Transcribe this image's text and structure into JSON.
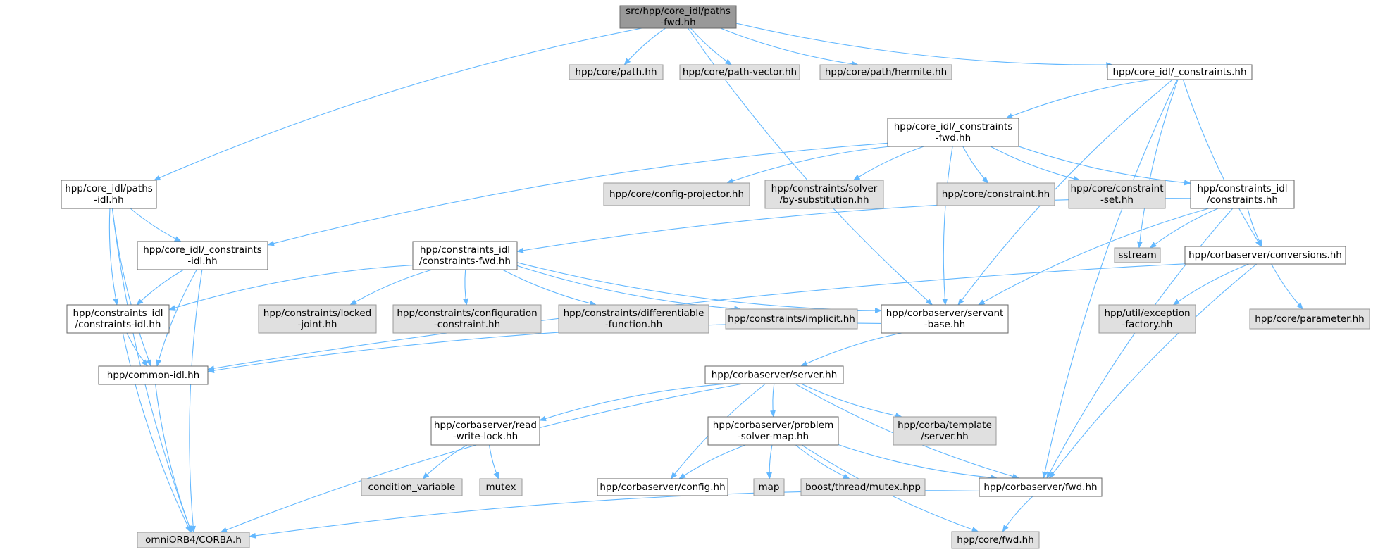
{
  "colors": {
    "edge": "#63b8ff",
    "root_fill": "#999999",
    "external_fill": "#e0e0e0",
    "external_stroke": "#999999",
    "node_fill": "#ffffff",
    "node_stroke": "#666666",
    "text": "#000000"
  },
  "nodes": [
    {
      "id": "root",
      "kind": "root",
      "lines": [
        "src/hpp/core_idl/paths",
        "-fwd.hh"
      ]
    },
    {
      "id": "core_path",
      "kind": "external",
      "lines": [
        "hpp/core/path.hh"
      ]
    },
    {
      "id": "core_path_vector",
      "kind": "external",
      "lines": [
        "hpp/core/path-vector.hh"
      ]
    },
    {
      "id": "core_path_hermite",
      "kind": "external",
      "lines": [
        "hpp/core/path/hermite.hh"
      ]
    },
    {
      "id": "core_idl_constraints",
      "kind": "internal",
      "lines": [
        "hpp/core_idl/_constraints.hh"
      ]
    },
    {
      "id": "core_idl_constraints_fwd",
      "kind": "internal",
      "lines": [
        "hpp/core_idl/_constraints",
        "-fwd.hh"
      ]
    },
    {
      "id": "core_idl_paths_idl",
      "kind": "internal",
      "lines": [
        "hpp/core_idl/paths",
        "-idl.hh"
      ]
    },
    {
      "id": "config_projector",
      "kind": "external",
      "lines": [
        "hpp/core/config-projector.hh"
      ]
    },
    {
      "id": "solver_bysub",
      "kind": "external",
      "lines": [
        "hpp/constraints/solver",
        "/by-substitution.hh"
      ]
    },
    {
      "id": "core_constraint",
      "kind": "external",
      "lines": [
        "hpp/core/constraint.hh"
      ]
    },
    {
      "id": "core_constraint_set",
      "kind": "external",
      "lines": [
        "hpp/core/constraint",
        "-set.hh"
      ]
    },
    {
      "id": "constraints_idl_constraints",
      "kind": "internal",
      "lines": [
        "hpp/constraints_idl",
        "/constraints.hh"
      ]
    },
    {
      "id": "core_idl_constraints_idl",
      "kind": "internal",
      "lines": [
        "hpp/core_idl/_constraints",
        "-idl.hh"
      ]
    },
    {
      "id": "constraints_idl_fwd",
      "kind": "internal",
      "lines": [
        "hpp/constraints_idl",
        "/constraints-fwd.hh"
      ]
    },
    {
      "id": "sstream",
      "kind": "external",
      "lines": [
        "sstream"
      ]
    },
    {
      "id": "conversions",
      "kind": "internal",
      "lines": [
        "hpp/corbaserver/conversions.hh"
      ]
    },
    {
      "id": "constraints_idl_idl",
      "kind": "internal",
      "lines": [
        "hpp/constraints_idl",
        "/constraints-idl.hh"
      ]
    },
    {
      "id": "locked_joint",
      "kind": "external",
      "lines": [
        "hpp/constraints/locked",
        "-joint.hh"
      ]
    },
    {
      "id": "config_constraint",
      "kind": "external",
      "lines": [
        "hpp/constraints/configuration",
        "-constraint.hh"
      ]
    },
    {
      "id": "diff_function",
      "kind": "external",
      "lines": [
        "hpp/constraints/differentiable",
        "-function.hh"
      ]
    },
    {
      "id": "implicit",
      "kind": "external",
      "lines": [
        "hpp/constraints/implicit.hh"
      ]
    },
    {
      "id": "servant_base",
      "kind": "internal",
      "lines": [
        "hpp/corbaserver/servant",
        "-base.hh"
      ]
    },
    {
      "id": "exception_factory",
      "kind": "external",
      "lines": [
        "hpp/util/exception",
        "-factory.hh"
      ]
    },
    {
      "id": "core_parameter",
      "kind": "external",
      "lines": [
        "hpp/core/parameter.hh"
      ]
    },
    {
      "id": "common_idl",
      "kind": "internal",
      "lines": [
        "hpp/common-idl.hh"
      ]
    },
    {
      "id": "server",
      "kind": "internal",
      "lines": [
        "hpp/corbaserver/server.hh"
      ]
    },
    {
      "id": "read_write_lock",
      "kind": "internal",
      "lines": [
        "hpp/corbaserver/read",
        "-write-lock.hh"
      ]
    },
    {
      "id": "problem_solver_map",
      "kind": "internal",
      "lines": [
        "hpp/corbaserver/problem",
        "-solver-map.hh"
      ]
    },
    {
      "id": "corba_template_server",
      "kind": "external",
      "lines": [
        "hpp/corba/template",
        "/server.hh"
      ]
    },
    {
      "id": "condition_variable",
      "kind": "external",
      "lines": [
        "condition_variable"
      ]
    },
    {
      "id": "mutex",
      "kind": "external",
      "lines": [
        "mutex"
      ]
    },
    {
      "id": "corbaserver_config",
      "kind": "internal",
      "lines": [
        "hpp/corbaserver/config.hh"
      ]
    },
    {
      "id": "map",
      "kind": "external",
      "lines": [
        "map"
      ]
    },
    {
      "id": "boost_mutex",
      "kind": "external",
      "lines": [
        "boost/thread/mutex.hpp"
      ]
    },
    {
      "id": "corbaserver_fwd",
      "kind": "internal",
      "lines": [
        "hpp/corbaserver/fwd.hh"
      ]
    },
    {
      "id": "omniorb",
      "kind": "external",
      "lines": [
        "omniORB4/CORBA.h"
      ]
    },
    {
      "id": "core_fwd",
      "kind": "external",
      "lines": [
        "hpp/core/fwd.hh"
      ]
    }
  ],
  "edges": [
    [
      "root",
      "core_idl_paths_idl"
    ],
    [
      "root",
      "core_path"
    ],
    [
      "root",
      "core_path_vector"
    ],
    [
      "root",
      "core_path_hermite"
    ],
    [
      "root",
      "core_idl_constraints"
    ],
    [
      "root",
      "servant_base"
    ],
    [
      "core_idl_constraints",
      "core_idl_constraints_fwd"
    ],
    [
      "core_idl_constraints",
      "servant_base"
    ],
    [
      "core_idl_constraints",
      "sstream"
    ],
    [
      "core_idl_constraints",
      "conversions"
    ],
    [
      "core_idl_constraints",
      "corbaserver_fwd"
    ],
    [
      "core_idl_constraints_fwd",
      "core_idl_constraints_idl"
    ],
    [
      "core_idl_constraints_fwd",
      "config_projector"
    ],
    [
      "core_idl_constraints_fwd",
      "solver_bysub"
    ],
    [
      "core_idl_constraints_fwd",
      "core_constraint"
    ],
    [
      "core_idl_constraints_fwd",
      "core_constraint_set"
    ],
    [
      "core_idl_constraints_fwd",
      "constraints_idl_constraints"
    ],
    [
      "core_idl_constraints_fwd",
      "servant_base"
    ],
    [
      "core_idl_paths_idl",
      "core_idl_constraints_idl"
    ],
    [
      "core_idl_paths_idl",
      "constraints_idl_idl"
    ],
    [
      "core_idl_paths_idl",
      "common_idl"
    ],
    [
      "core_idl_paths_idl",
      "omniorb"
    ],
    [
      "constraints_idl_constraints",
      "constraints_idl_fwd"
    ],
    [
      "constraints_idl_constraints",
      "sstream"
    ],
    [
      "constraints_idl_constraints",
      "conversions"
    ],
    [
      "constraints_idl_constraints",
      "servant_base"
    ],
    [
      "constraints_idl_constraints",
      "corbaserver_fwd"
    ],
    [
      "core_idl_constraints_idl",
      "constraints_idl_idl"
    ],
    [
      "core_idl_constraints_idl",
      "common_idl"
    ],
    [
      "core_idl_constraints_idl",
      "omniorb"
    ],
    [
      "constraints_idl_fwd",
      "constraints_idl_idl"
    ],
    [
      "constraints_idl_fwd",
      "locked_joint"
    ],
    [
      "constraints_idl_fwd",
      "config_constraint"
    ],
    [
      "constraints_idl_fwd",
      "diff_function"
    ],
    [
      "constraints_idl_fwd",
      "implicit"
    ],
    [
      "constraints_idl_fwd",
      "servant_base"
    ],
    [
      "conversions",
      "exception_factory"
    ],
    [
      "conversions",
      "core_parameter"
    ],
    [
      "conversions",
      "common_idl"
    ],
    [
      "conversions",
      "corbaserver_fwd"
    ],
    [
      "constraints_idl_idl",
      "common_idl"
    ],
    [
      "constraints_idl_idl",
      "omniorb"
    ],
    [
      "servant_base",
      "common_idl"
    ],
    [
      "servant_base",
      "server"
    ],
    [
      "common_idl",
      "omniorb"
    ],
    [
      "server",
      "read_write_lock"
    ],
    [
      "server",
      "corbaserver_config"
    ],
    [
      "server",
      "problem_solver_map"
    ],
    [
      "server",
      "corba_template_server"
    ],
    [
      "server",
      "corbaserver_fwd"
    ],
    [
      "server",
      "omniorb"
    ],
    [
      "read_write_lock",
      "condition_variable"
    ],
    [
      "read_write_lock",
      "mutex"
    ],
    [
      "problem_solver_map",
      "corbaserver_config"
    ],
    [
      "problem_solver_map",
      "map"
    ],
    [
      "problem_solver_map",
      "boost_mutex"
    ],
    [
      "problem_solver_map",
      "corbaserver_fwd"
    ],
    [
      "problem_solver_map",
      "core_fwd"
    ],
    [
      "corbaserver_fwd",
      "omniorb"
    ],
    [
      "corbaserver_fwd",
      "core_fwd"
    ]
  ]
}
